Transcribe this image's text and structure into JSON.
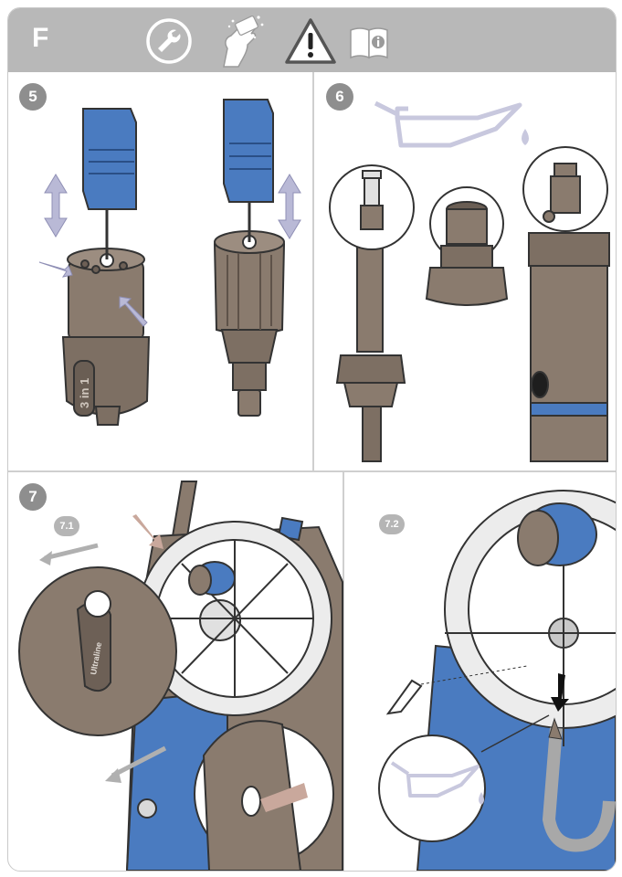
{
  "header": {
    "section_letter": "F",
    "icons": [
      "wrench-icon",
      "cleaning-hand-icon",
      "warning-icon",
      "manual-book-icon"
    ]
  },
  "steps": {
    "step5": {
      "number": "5",
      "nozzle_label": "3 in 1"
    },
    "step6": {
      "number": "6"
    },
    "step7": {
      "number": "7",
      "sub1": "7.1",
      "sub2": "7.2",
      "cover_label": "Ultraline"
    }
  },
  "colors": {
    "header_bg": "#b8b8b8",
    "badge": "#8e8e8e",
    "part_brown": "#8a7b6e",
    "part_blue": "#4a7bc0",
    "arrow_lavender": "#b9b9d6",
    "oil_can": "#c8c8de",
    "outline": "#333333"
  }
}
